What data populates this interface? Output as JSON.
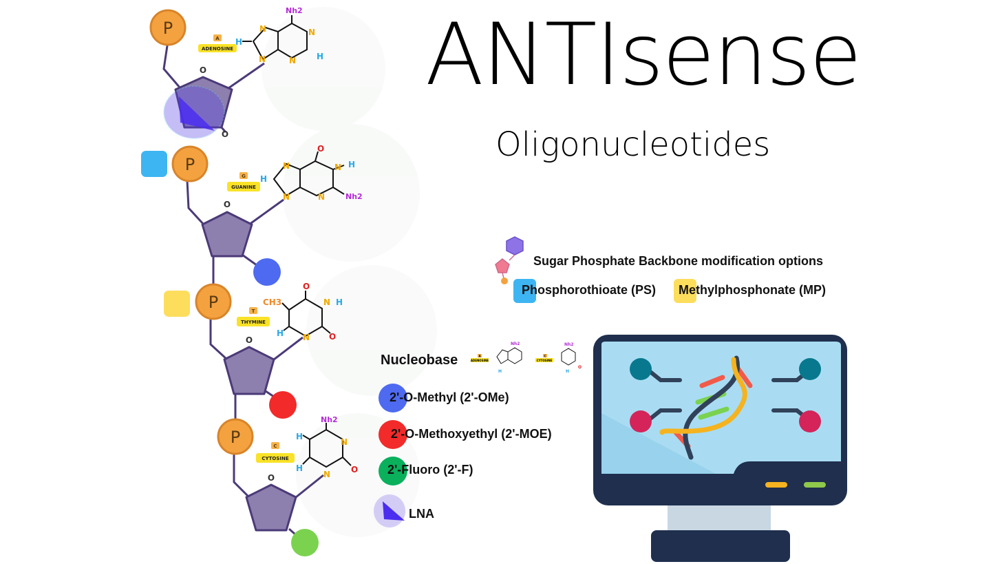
{
  "title": "ANTIsense",
  "subtitle": "Oligonucleotides",
  "colors": {
    "phosphate": "#f4a23f",
    "phosphate_stroke": "#d8842a",
    "sugar": "#8d7fae",
    "sugar_stroke": "#4b3a78",
    "backbone": "#4b3a78",
    "ps_blue": "#3db5f2",
    "mp_yellow": "#fddd5c",
    "ome_blue": "#4e6af0",
    "moe_red": "#f22a2a",
    "fluoro_green": "#0ab05c",
    "pentagon_green": "#7bd24f",
    "lna": "#5c46e6",
    "nitrogen": "#f0a800",
    "hydrogen": "#2aa8e6",
    "nh2": "#b42bd6",
    "oxygen": "#e02020",
    "base_label_bg": "#f9e227",
    "monitor_frame": "#1f2f4d",
    "monitor_screen": "#a9dcf2"
  },
  "phosphate_letter": "P",
  "sugar_letter": "O",
  "free_o": "O",
  "atoms": {
    "N": "N",
    "H": "H",
    "O": "O",
    "NH2": "Nh2",
    "CH3": "CH3"
  },
  "bases": [
    {
      "letter": "A",
      "name": "ADENOSINE"
    },
    {
      "letter": "G",
      "name": "GUANINE"
    },
    {
      "letter": "T",
      "name": "THYMINE"
    },
    {
      "letter": "C",
      "name": "CYTOSINE"
    }
  ],
  "backbone_section": {
    "heading": "Sugar Phosphate Backbone modification options",
    "options": [
      {
        "label": "Phosphorothioate (PS)",
        "color": "#3db5f2"
      },
      {
        "label": "Methylphosphonate (MP)",
        "color": "#fddd5c"
      }
    ]
  },
  "nucleobase_section": {
    "heading": "Nucleobase",
    "example_bases": [
      {
        "letter": "A",
        "name": "ADENOSINE"
      },
      {
        "letter": "C",
        "name": "CYTOSINE"
      }
    ]
  },
  "sugar_modifications": [
    {
      "label": "2'-O-Methyl (2'-OMe)",
      "color": "#4e6af0"
    },
    {
      "label": "2'-O-Methoxyethyl (2'-MOE)",
      "color": "#f22a2a"
    },
    {
      "label": "2'-Fluoro (2'-F)",
      "color": "#0ab05c"
    },
    {
      "label": "LNA",
      "color": "#5c46e6"
    }
  ]
}
